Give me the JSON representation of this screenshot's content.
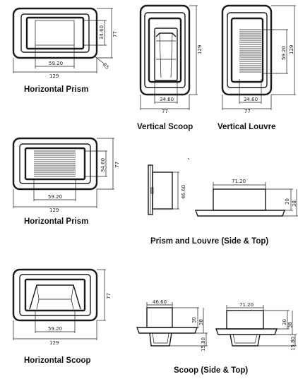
{
  "captions": {
    "hp1": "Horizontal Prism",
    "vs": "Vertical Scoop",
    "vl": "Vertical Louvre",
    "hp2": "Horizontal Prism",
    "pl_side_top": "Prism and Louvre (Side & Top)",
    "hs": "Horizontal Scoop",
    "scoop_side_top": "Scoop (Side & Top)"
  },
  "dims": {
    "hp1_inner_w": "59.20",
    "hp1_outer_w": "129",
    "hp1_inner_h": "34.60",
    "hp1_outer_h": "77",
    "hp1_radius": "R5",
    "vs_inner_w": "34.60",
    "vs_outer_w": "77",
    "vs_outer_h": "129",
    "vl_inner_w": "34.60",
    "vl_outer_w": "77",
    "vl_inner_h": "59.20",
    "vl_outer_h": "129",
    "hp2_inner_w": "59.20",
    "hp2_outer_w": "129",
    "hp2_inner_h": "34.60",
    "hp2_outer_h": "77",
    "pl_side_h": "46.60",
    "pl_top_w": "71.20",
    "pl_top_h1": "30",
    "pl_top_h2": "38",
    "hs_inner_w": "59.20",
    "hs_outer_w": "129",
    "hs_outer_h": "77",
    "sc1_w": "46.60",
    "sc1_h1": "30",
    "sc1_h2": "38",
    "sc1_depth": "15.80",
    "sc2_w": "71.20",
    "sc2_h1": "30",
    "sc2_h2": "38",
    "sc2_depth": "15.80"
  }
}
